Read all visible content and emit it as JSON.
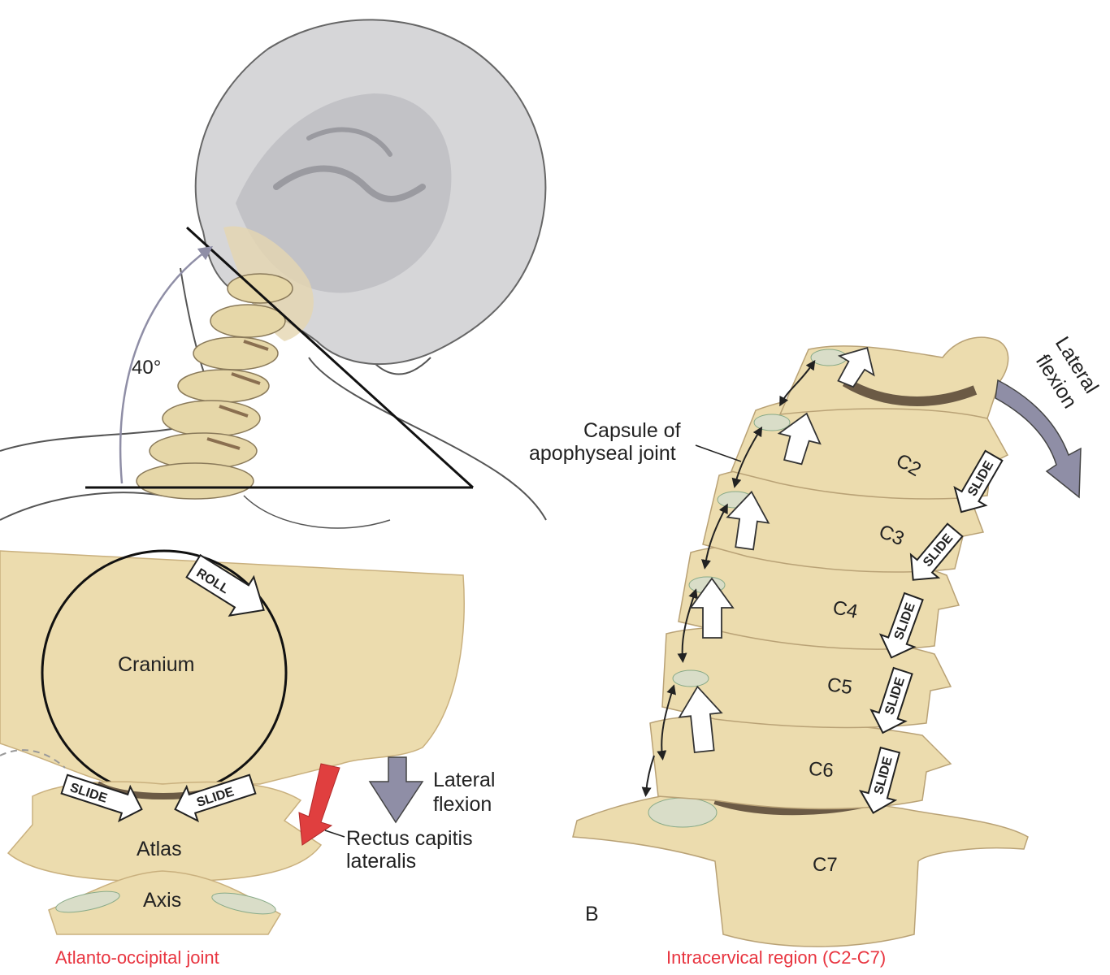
{
  "panel_a": {
    "angle_label": "40°",
    "roll_label": "ROLL",
    "cranium_label": "Cranium",
    "slide_left_label": "SLIDE",
    "slide_right_label": "SLIDE",
    "atlas_label": "Atlas",
    "axis_label": "Axis",
    "lateral_flexion_line1": "Lateral",
    "lateral_flexion_line2": "flexion",
    "muscle_line1": "Rectus capitis",
    "muscle_line2": "lateralis",
    "caption": "Atlanto-occipital joint"
  },
  "panel_b": {
    "panel_letter": "B",
    "capsule_line1": "Capsule of",
    "capsule_line2": "apophyseal joint",
    "lateral_flexion_line1": "Lateral",
    "lateral_flexion_line2": "flexion",
    "vertebrae": [
      "C2",
      "C3",
      "C4",
      "C5",
      "C6",
      "C7"
    ],
    "slide_labels": [
      "SLIDE",
      "SLIDE",
      "SLIDE",
      "SLIDE",
      "SLIDE"
    ],
    "caption": "Intracervical region (C2-C7)"
  },
  "colors": {
    "bone": "#ecdcae",
    "bone_shadow": "#a48b69",
    "skull_gray": "#d6d6d8",
    "flexion_arrow": "#8f8ea6",
    "muscle_red": "#e03f3f",
    "caption_red": "#e8343f"
  }
}
